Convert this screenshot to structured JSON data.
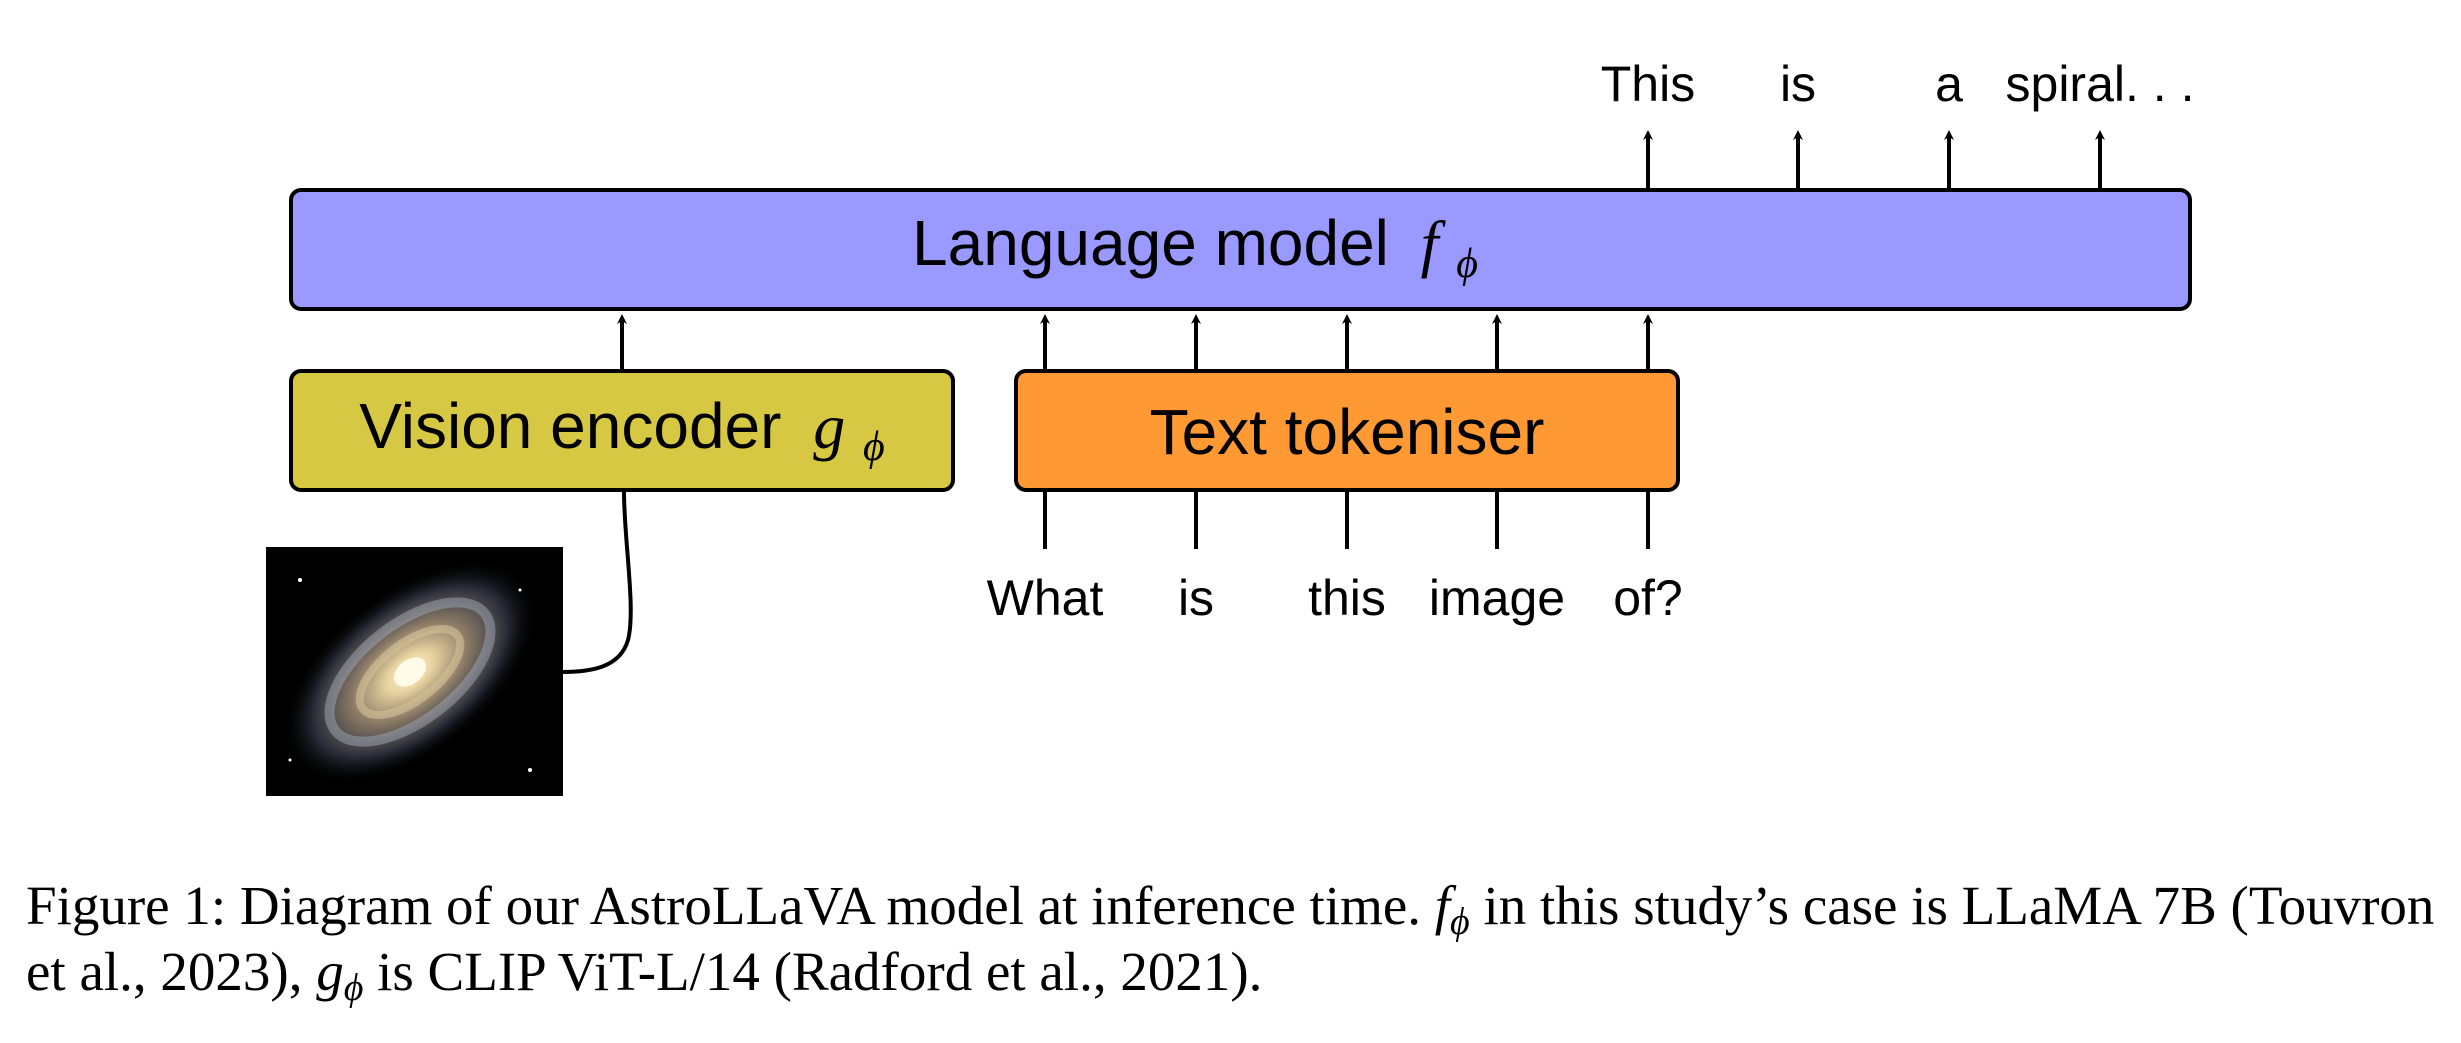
{
  "language_model": {
    "label": "Language model",
    "symbol": "f",
    "subscript": "ϕ",
    "color": "#9999ff"
  },
  "vision_encoder": {
    "label": "Vision encoder",
    "symbol": "g",
    "subscript": "ϕ",
    "color": "#d6c842"
  },
  "text_tokeniser": {
    "label": "Text tokeniser",
    "color": "#ff9933"
  },
  "input_tokens": [
    "What",
    "is",
    "this",
    "image",
    "of?"
  ],
  "output_tokens": [
    "This",
    "is",
    "a",
    "spiral. . ."
  ],
  "caption": {
    "part1": "Figure 1: Diagram of our AstroLLaVA model at inference time.",
    "sym1": "f",
    "sub1": "ϕ",
    "part2": "in this study’s case is LLaMA 7B (Touvron et al., 2023),",
    "sym2": "g",
    "sub2": "ϕ",
    "part3": "is CLIP ViT-L/14 (Radford et al., 2021)."
  }
}
